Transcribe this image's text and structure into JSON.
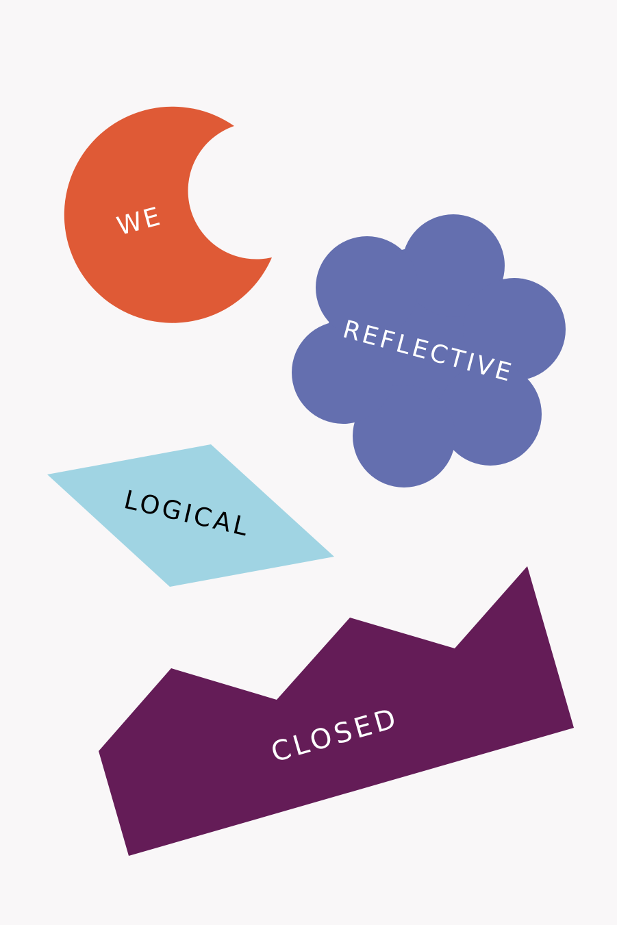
{
  "background": "#f9f7f8",
  "shapes": [
    {
      "id": "moon",
      "label": "WE",
      "fill": "#df5a36",
      "text_color": "#ffffff"
    },
    {
      "id": "flower",
      "label": "REFLECTIVE",
      "fill": "#646faf",
      "text_color": "#ffffff"
    },
    {
      "id": "rhombus",
      "label": "LOGICAL",
      "fill": "#a0d4e3",
      "text_color": "#000000"
    },
    {
      "id": "zigzag",
      "label": "CLOSED",
      "fill": "#641c57",
      "text_color": "#ffffff"
    }
  ]
}
